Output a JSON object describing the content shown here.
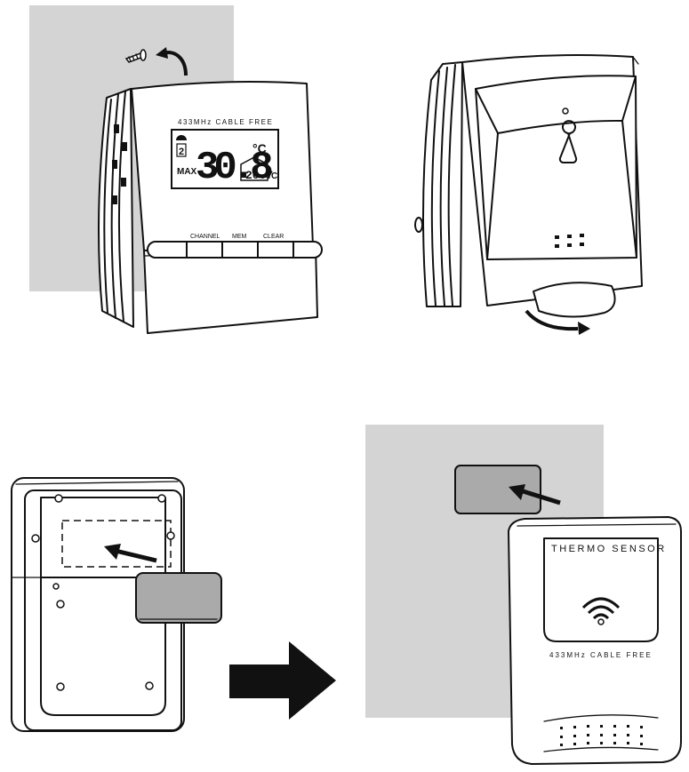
{
  "panels": {
    "display_unit_front": {
      "frequency_label": "433MHz CABLE FREE",
      "lcd": {
        "channel_digit": "2",
        "mode_label": "MAX",
        "main_reading": "30.8",
        "main_unit": "°C",
        "sub_reading": "20.7",
        "sub_unit": "°C"
      },
      "buttons": [
        "CHANNEL",
        "MEM",
        "CLEAR"
      ]
    },
    "sensor_front": {
      "title": "THERMO SENSOR",
      "frequency_label": "433MHz CABLE FREE"
    }
  },
  "colors": {
    "wall": "#d4d4d4",
    "adhesive_pad": "#aaaaaa",
    "line": "#111111"
  }
}
